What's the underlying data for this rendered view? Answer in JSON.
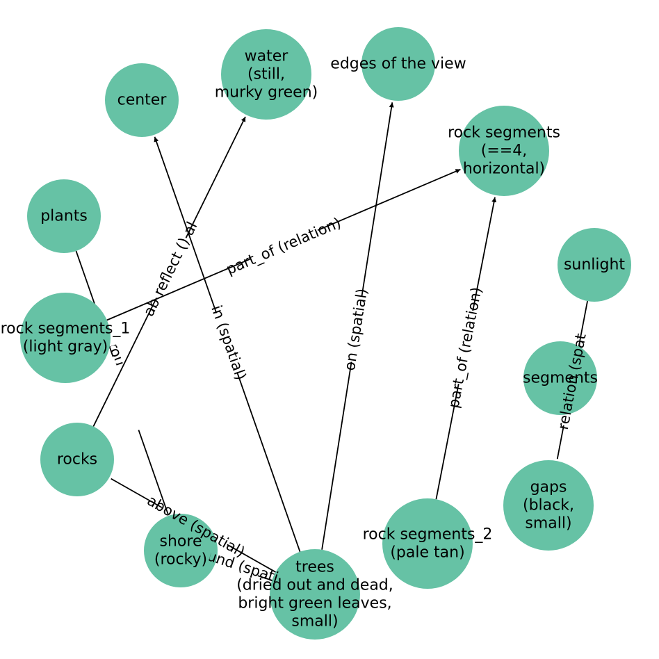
{
  "diagram": {
    "node_color": "#66c2a5",
    "nodes": [
      {
        "id": "center",
        "lines": [
          "center"
        ]
      },
      {
        "id": "water",
        "lines": [
          "water",
          "(still,",
          "murky green)"
        ]
      },
      {
        "id": "edges",
        "lines": [
          "edges of the view"
        ]
      },
      {
        "id": "rockseg",
        "lines": [
          "rock segments",
          "(==4,",
          "horizontal)"
        ]
      },
      {
        "id": "plants",
        "lines": [
          "plants"
        ]
      },
      {
        "id": "sunlight",
        "lines": [
          "sunlight"
        ]
      },
      {
        "id": "rockseg1",
        "lines": [
          "rock segments_1",
          "(light gray)"
        ]
      },
      {
        "id": "segments",
        "lines": [
          "segments"
        ]
      },
      {
        "id": "rocks",
        "lines": [
          "rocks"
        ]
      },
      {
        "id": "gaps",
        "lines": [
          "gaps",
          "(black,",
          "small)"
        ]
      },
      {
        "id": "rockseg2",
        "lines": [
          "rock segments_2",
          "(pale tan)"
        ]
      },
      {
        "id": "shore",
        "lines": [
          "shore",
          "(rocky)"
        ]
      },
      {
        "id": "trees",
        "lines": [
          "trees",
          "(dried out and dead,",
          "bright green leaves,",
          "small)"
        ]
      }
    ],
    "edges": [
      {
        "id": "e-trees-center",
        "from": "trees",
        "to": "center",
        "label": "in (spatial)"
      },
      {
        "id": "e-trees-edges",
        "from": "trees",
        "to": "edges",
        "label": "on (spatial)"
      },
      {
        "id": "e-rockseg2-rockseg",
        "from": "rockseg2",
        "to": "rockseg",
        "label": "part_of (relation)"
      },
      {
        "id": "e-rockseg1-rockseg",
        "from": "rockseg1",
        "to": "rockseg",
        "label": "part_of (relation)"
      },
      {
        "id": "e-rocks-water",
        "from": "rocks",
        "to": "water",
        "label": "ab reflect () al"
      },
      {
        "id": "e-plants-shore",
        "from": "plants",
        "to": "shore",
        "label": "around (spatial)"
      },
      {
        "id": "e-trees-rocks",
        "from": "trees",
        "to": "rocks",
        "label": "above (spatial)"
      },
      {
        "id": "e-trees-shore",
        "from": "trees",
        "to": "shore",
        "label": "around (spatial)"
      },
      {
        "id": "e-sunlight-gaps",
        "from": "sunlight",
        "to": "gaps",
        "label": "not relation (spatial)"
      }
    ]
  }
}
